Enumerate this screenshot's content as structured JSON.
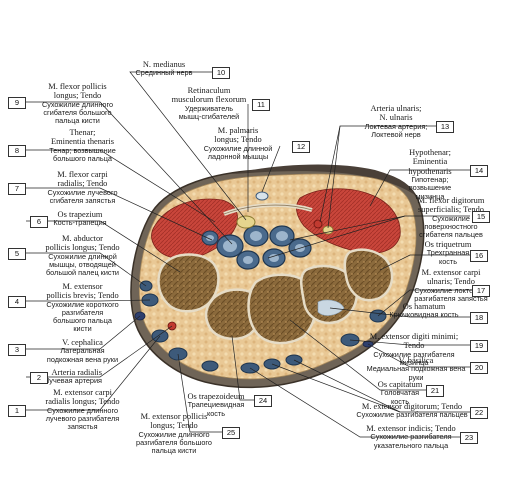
{
  "labels": [
    {
      "num": "1",
      "latin": [
        "M. extensor carpi",
        "radialis longus; Tendo"
      ],
      "russian": [
        "Сухожилие длинного",
        "лучевого разгибателя",
        "запястья"
      ]
    },
    {
      "num": "2",
      "latin": [
        "Arteria radialis"
      ],
      "russian": [
        "Лучевая артерия"
      ]
    },
    {
      "num": "3",
      "latin": [
        "V. cephalica"
      ],
      "russian": [
        "Латеральная",
        "подкожная вена руки"
      ]
    },
    {
      "num": "4",
      "latin": [
        "M. extensor",
        "pollicis brevis; Tendo"
      ],
      "russian": [
        "Сухожилие короткого",
        "разгибателя",
        "большого пальца",
        "кисти"
      ]
    },
    {
      "num": "5",
      "latin": [
        "M. abductor",
        "pollicis longus; Tendo"
      ],
      "russian": [
        "Сухожилие длинной",
        "мышцы, отводящей",
        "большой палец кисти"
      ]
    },
    {
      "num": "6",
      "latin": [
        "Os trapezium"
      ],
      "russian": [
        "Кость-трапеция"
      ]
    },
    {
      "num": "7",
      "latin": [
        "M. flexor carpi",
        "radialis; Tendo"
      ],
      "russian": [
        "Сухожилие лучевого",
        "сгибателя запястья"
      ]
    },
    {
      "num": "8",
      "latin": [
        "Thenar;",
        "Eminentia thenaris"
      ],
      "russian": [
        "Тенар; возвышение",
        "большого пальца"
      ]
    },
    {
      "num": "9",
      "latin": [
        "M. flexor pollicis",
        "longus; Tendo"
      ],
      "russian": [
        "Сухожилие длинного",
        "сгибателя большого",
        "пальца кисти"
      ]
    },
    {
      "num": "10",
      "latin": [
        "N. medianus"
      ],
      "russian": [
        "Срединный нерв"
      ]
    },
    {
      "num": "11",
      "latin": [
        "Retinaculum",
        "musculorum flexorum"
      ],
      "russian": [
        "Удерживатель",
        "мышц-сгибателей"
      ]
    },
    {
      "num": "12",
      "latin": [
        "M. palmaris",
        "longus; Tendo"
      ],
      "russian": [
        "Сухожилие длинной",
        "ладонной мышцы"
      ]
    },
    {
      "num": "13",
      "latin": [
        "Arteria ulnaris;",
        "N. ulnaris"
      ],
      "russian": [
        "Локтевая артерия;",
        "Локтевой нерв"
      ]
    },
    {
      "num": "14",
      "latin": [
        "Hypothenar;",
        "Eminentia hypothenaris"
      ],
      "russian": [
        "Гипотенар; возвышение",
        "мизинца"
      ]
    },
    {
      "num": "15",
      "latin": [
        "M. flexor digitorum",
        "superficialis; Tendo"
      ],
      "russian": [
        "Сухожилие",
        "поверхностного",
        "сгибателя пальцев"
      ]
    },
    {
      "num": "16",
      "latin": [
        "Os triquetrum"
      ],
      "russian": [
        "Трехгранная кость"
      ]
    },
    {
      "num": "17",
      "latin": [
        "M. extensor carpi",
        "ulnaris; Tendo"
      ],
      "russian": [
        "Сухожилие локтевого",
        "разгибателя запястья"
      ]
    },
    {
      "num": "18",
      "latin": [
        "Os hamatum"
      ],
      "russian": [
        "Крючковидная кость"
      ]
    },
    {
      "num": "19",
      "latin": [
        "M. extensor digiti minimi; Tendo"
      ],
      "russian": [
        "Сухожилие разгибателя мизинца"
      ]
    },
    {
      "num": "20",
      "latin": [
        "V. basilica"
      ],
      "russian": [
        "Медиальная подкожная вена руки"
      ]
    },
    {
      "num": "21",
      "latin": [
        "Os capitatum"
      ],
      "russian": [
        "Головчатая кость"
      ]
    },
    {
      "num": "22",
      "latin": [
        "M. extensor digitorum; Tendo"
      ],
      "russian": [
        "Сухожилие разгибателя пальцев"
      ]
    },
    {
      "num": "23",
      "latin": [
        "M. extensor indicis; Tendo"
      ],
      "russian": [
        "Сухожилие разгибателя",
        "указательного пальца"
      ]
    },
    {
      "num": "24",
      "latin": [
        "Os trapezoideum"
      ],
      "russian": [
        "Трапециевидная кость"
      ]
    },
    {
      "num": "25",
      "latin": [
        "M. extensor pollicis",
        "longus; Tendo"
      ],
      "russian": [
        "Сухожилие длинного",
        "разгибателя большого",
        "пальца кисти"
      ]
    }
  ],
  "colors": {
    "skin": "#8a7764",
    "fat": "#e8c79a",
    "muscle": "#c8453a",
    "bone_cortex": "#d9cdb5",
    "bone_marrow": "#8b6a3c",
    "tendon": "#3d5a7a",
    "leader_line": "#222222",
    "shadow": "#9a9a9a"
  }
}
